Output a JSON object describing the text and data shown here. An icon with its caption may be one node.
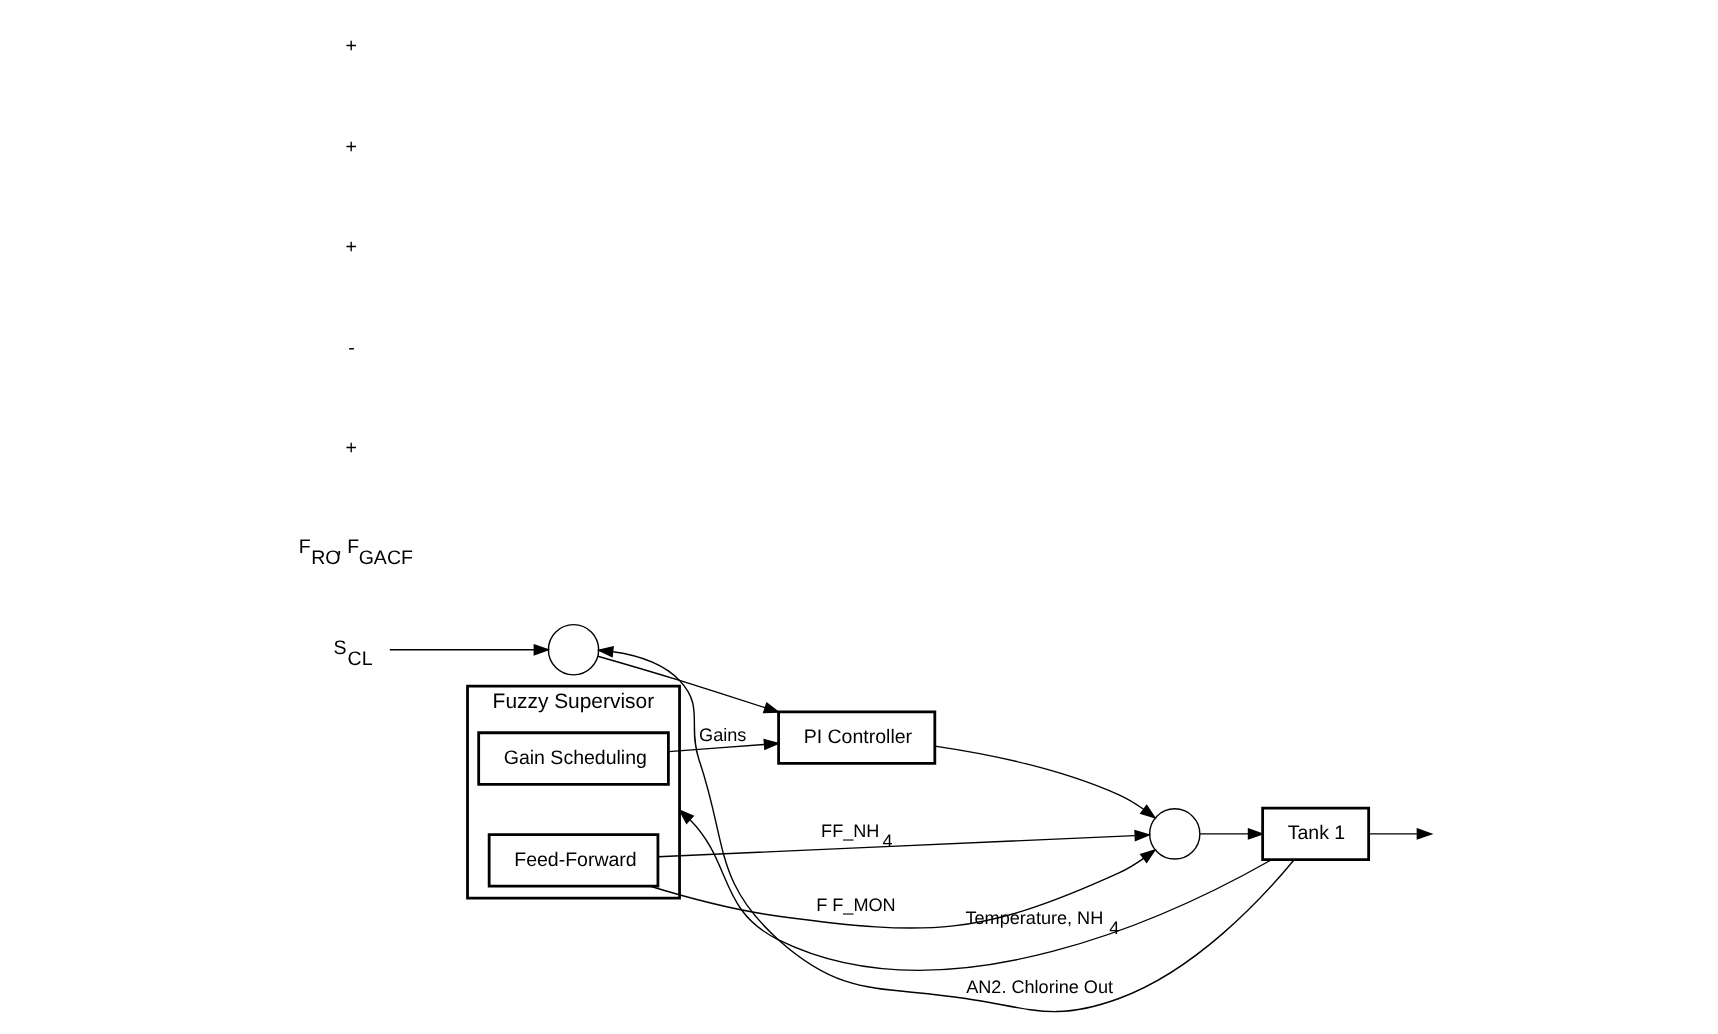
{
  "diagram": {
    "nodes": [
      {
        "text": [
          "Fuzzy Supervisor"
        ]
      },
      {
        "text": [
          "Gain Scheduling"
        ],
        "in": 0
      },
      {
        "text": [
          "Feed-Forward"
        ],
        "in": 0
      },
      {
        "text": [
          "S$_{CL}$"
        ]
      },
      {
        "text": [],
        "shape": "circle"
      },
      {
        "text": [
          "PI Controller"
        ]
      },
      {
        "text": [],
        "shape": "circle"
      },
      {
        "text": [
          "Tank 1"
        ]
      }
    ],
    "edges": [
      {
        "from": 3,
        "to": 4,
        "arrow": "to"
      },
      {
        "from": 4,
        "to": 5,
        "arrow": "to"
      },
      {
        "from": 1,
        "to": 5,
        "arrow": "to",
        "label": "Gains"
      },
      {
        "from": 5,
        "to": 6,
        "arrow": "to"
      },
      {
        "from": 2,
        "to": 6,
        "arrow": "to",
        "label": "F F_MON"
      },
      {
        "from": 2,
        "to": 6,
        "arrow": "to",
        "label": "FF_NH$_{4}$"
      },
      {
        "from": 6,
        "to": 7,
        "arrow": "to"
      },
      {
        "from": 7,
        "to": null,
        "arrow": "to"
      },
      {
        "from": 7,
        "to": 4,
        "arrow": "to",
        "label": "AN2. Chlorine Out"
      },
      {
        "from": 7,
        "to": 0,
        "arrow": "to",
        "label": "Temperature, NH$_{4}$"
      }
    ],
    "labels": [
      "F$_{RO}$, F$_{GACF}$",
      "+",
      "-",
      "+",
      "+",
      "+"
    ]
  }
}
